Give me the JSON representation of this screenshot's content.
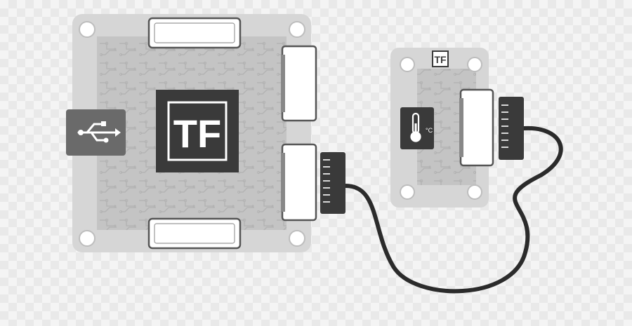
{
  "illustration": {
    "main_board": {
      "logo_text": "TF",
      "usb_icon": "usb-icon"
    },
    "sensor_board": {
      "logo_text": "TF",
      "sensor_icon": "thermometer-icon",
      "unit_label": "°C"
    },
    "cable": "connection-cable",
    "colors": {
      "board": "#d6d6d6",
      "board_inner": "#c4c4c4",
      "trace": "#b3b3b3",
      "dark": "#3a3a3a",
      "usb": "#6a6a6a",
      "connector": "#ffffff",
      "cable": "#2b2b2b"
    }
  }
}
